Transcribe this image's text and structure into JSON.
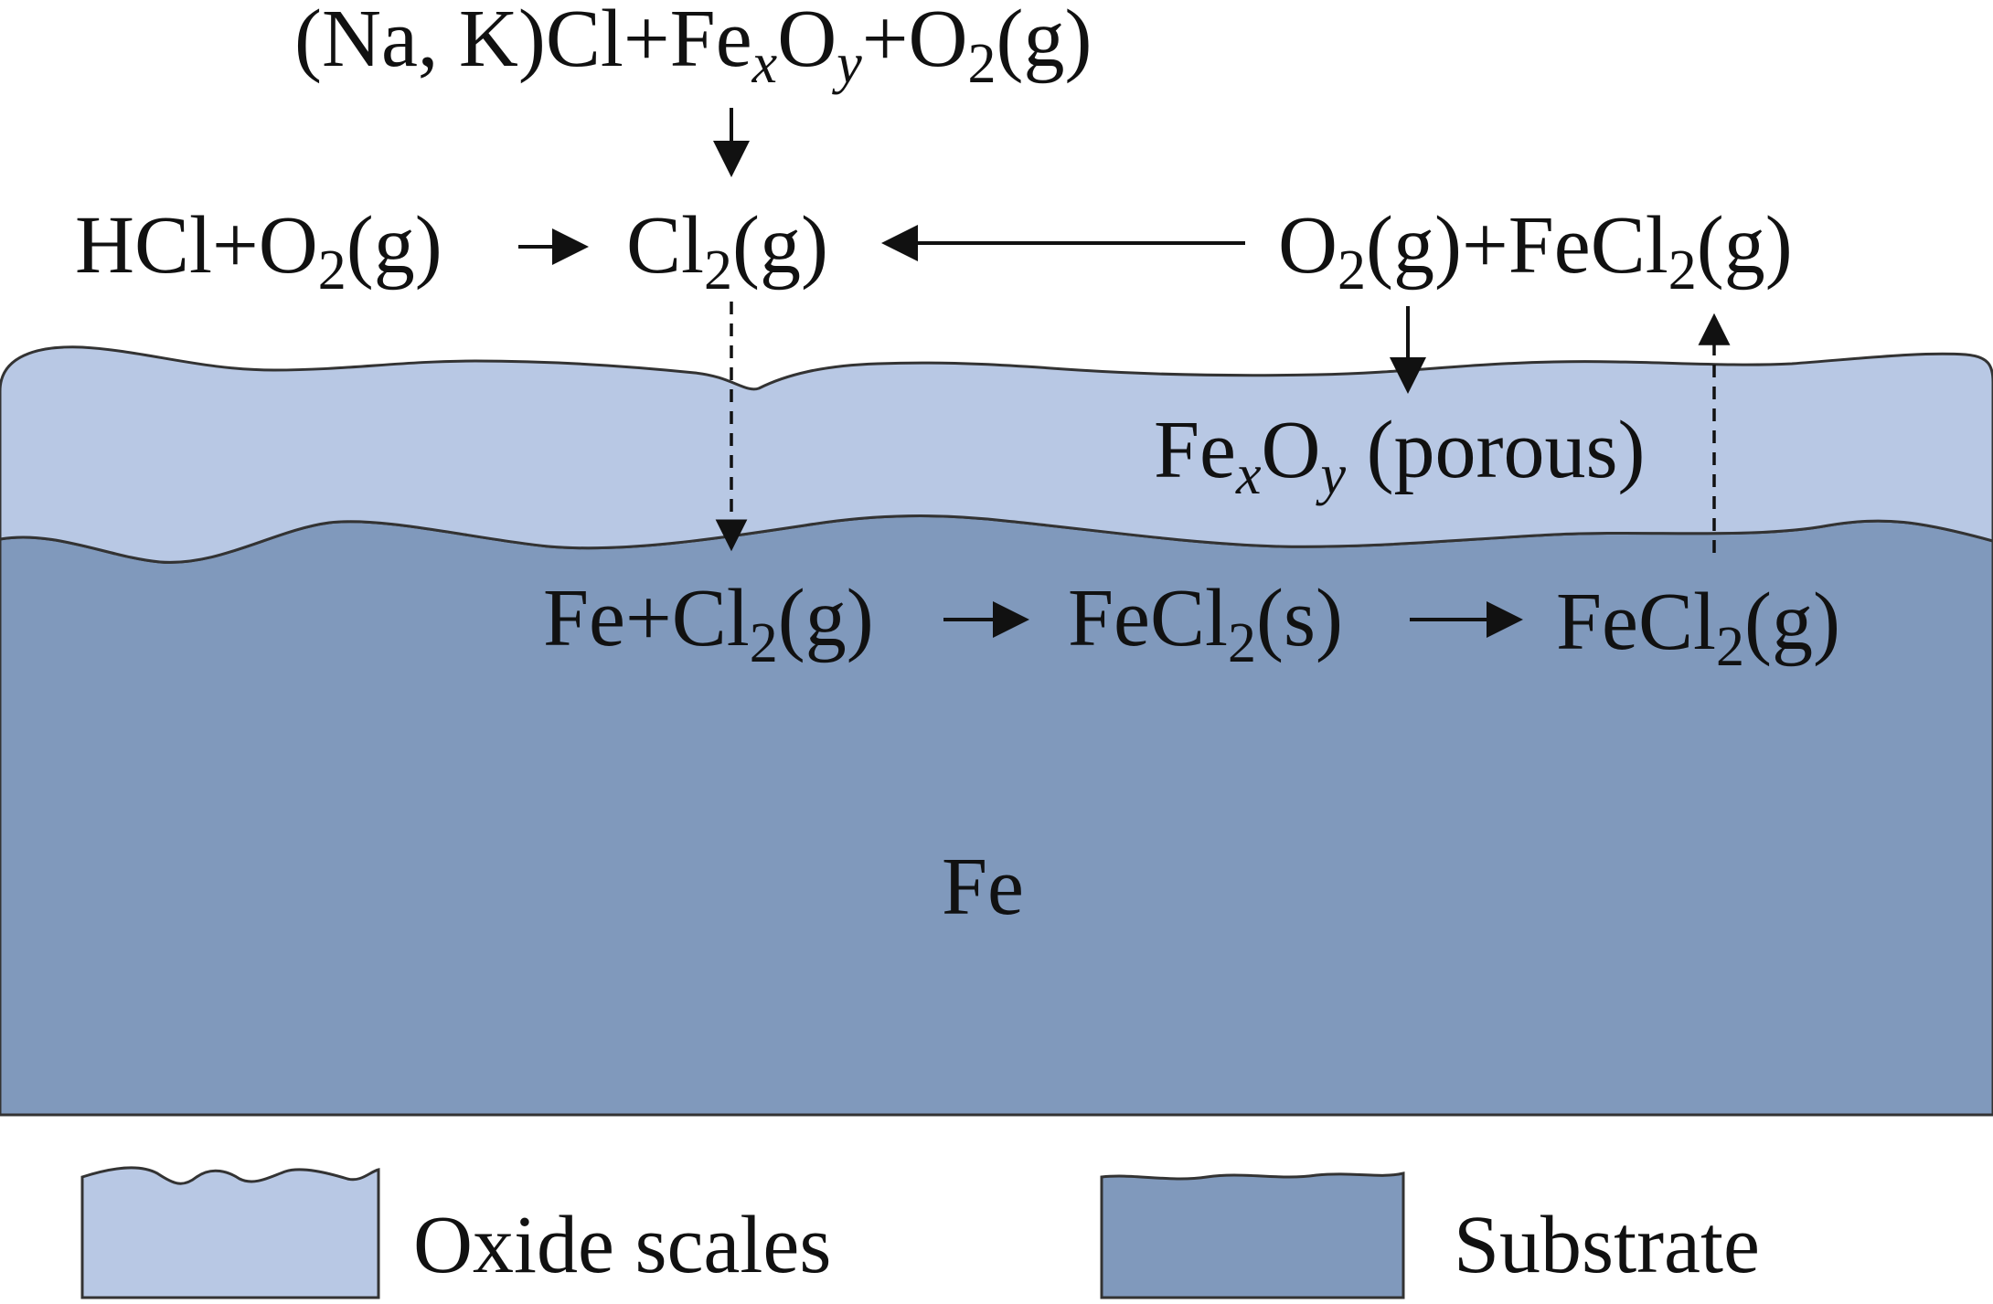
{
  "colors": {
    "oxide_scale": "#b8c8e4",
    "substrate": "#8099bc",
    "outline": "#333333",
    "text": "#111111"
  },
  "labels": {
    "source": {
      "p1": "(Na, K)Cl+Fe",
      "x": "x",
      "p2": "O",
      "y": "y",
      "p3": "+O",
      "two": "2",
      "p4": "(g)"
    },
    "hcl": {
      "p1": "HCl+O",
      "two": "2",
      "p2": "(g)"
    },
    "cl2": {
      "p1": "Cl",
      "two": "2",
      "p2": "(g)"
    },
    "o2fecl2": {
      "p1": "O",
      "two_a": "2",
      "p2": "(g)+FeCl",
      "two_b": "2",
      "p3": "(g)"
    },
    "porous": {
      "p1": "Fe",
      "x": "x",
      "p2": "O",
      "y": "y",
      "p3": " (porous)"
    },
    "fe_cl2": {
      "p1": "Fe+Cl",
      "two": "2",
      "p2": "(g)"
    },
    "fecl2_s": {
      "p1": "FeCl",
      "two": "2",
      "p2": "(s)"
    },
    "fecl2_g": {
      "p1": "FeCl",
      "two": "2",
      "p2": "(g)"
    },
    "fe": "Fe"
  },
  "legend": {
    "oxide": "Oxide scales",
    "substrate": "Substrate"
  }
}
